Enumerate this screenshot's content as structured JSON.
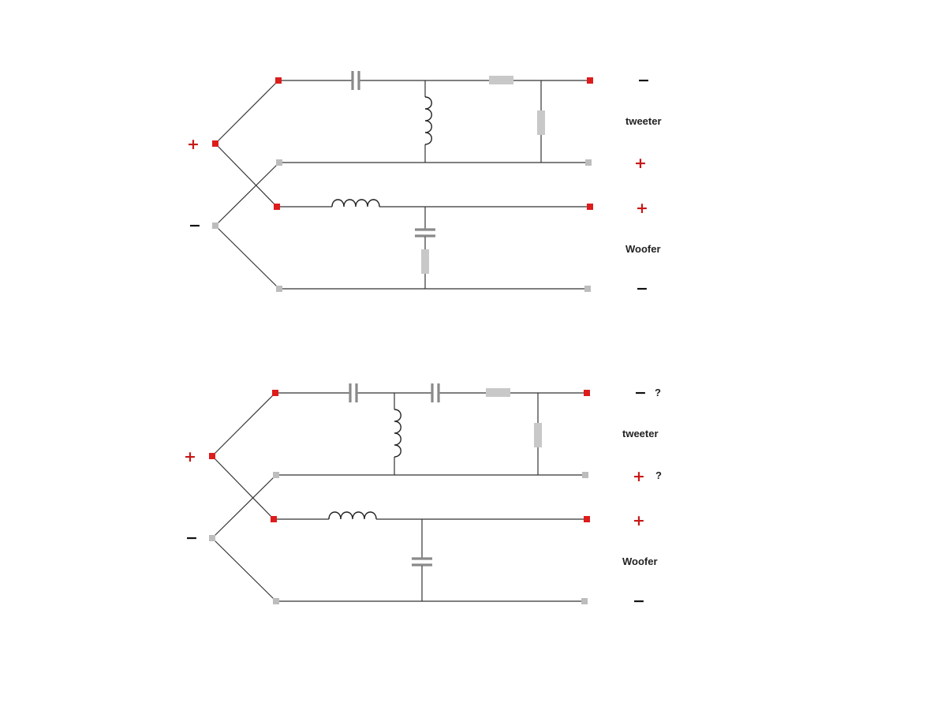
{
  "palette": {
    "positive_terminal": "#dd1c1c",
    "negative_terminal": "#bdbdbd",
    "component_grey": "#c8c8c8",
    "wire": "#333333"
  },
  "circuit_top": {
    "input_plus": "+",
    "input_minus": "−",
    "tweeter": {
      "label": "tweeter",
      "top_sign": "−",
      "bottom_sign": "+"
    },
    "woofer": {
      "label": "Woofer",
      "top_sign": "+",
      "bottom_sign": "−"
    }
  },
  "circuit_bottom": {
    "input_plus": "+",
    "input_minus": "−",
    "tweeter": {
      "label": "tweeter",
      "top_sign": "−",
      "bottom_sign": "+",
      "top_note": "?",
      "bottom_note": "?"
    },
    "woofer": {
      "label": "Woofer",
      "top_sign": "+",
      "bottom_sign": "−"
    }
  }
}
